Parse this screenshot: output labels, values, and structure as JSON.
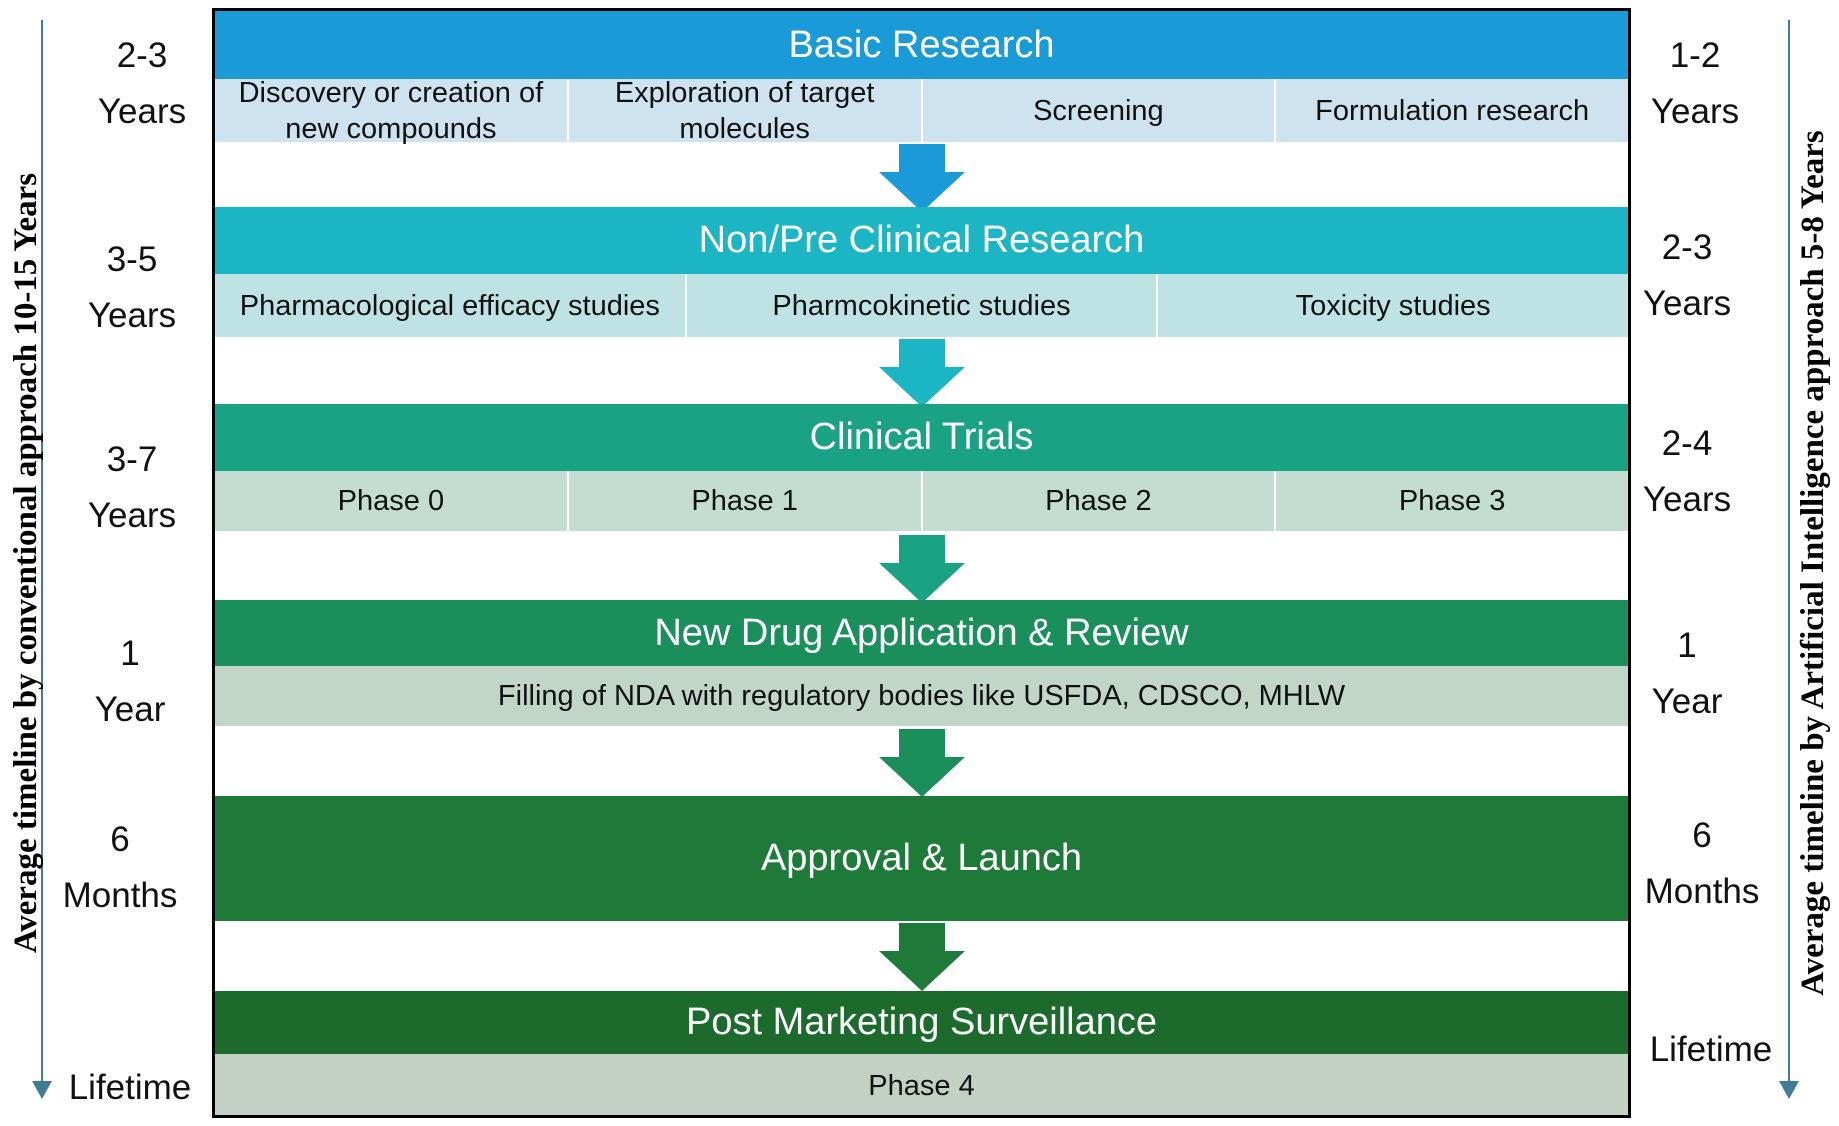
{
  "left_axis": {
    "title": "Average timeline by conventional approach 10-15 Years",
    "durations": [
      {
        "num": "2-3",
        "unit": "Years"
      },
      {
        "num": "3-5",
        "unit": "Years"
      },
      {
        "num": "3-7",
        "unit": "Years"
      },
      {
        "num": "1",
        "unit": "Year"
      },
      {
        "num": "6",
        "unit": "Months"
      },
      {
        "num": "",
        "unit": "Lifetime"
      }
    ]
  },
  "right_axis": {
    "title": "Average timeline by Artificial Intelligence approach 5-8 Years",
    "durations": [
      {
        "num": "1-2",
        "unit": "Years"
      },
      {
        "num": "2-3",
        "unit": "Years"
      },
      {
        "num": "2-4",
        "unit": "Years"
      },
      {
        "num": "1",
        "unit": "Year"
      },
      {
        "num": "6",
        "unit": "Months"
      },
      {
        "num": "",
        "unit": "Lifetime"
      }
    ]
  },
  "stages": [
    {
      "title": "Basic Research",
      "color": "#1a9ad6",
      "sub_color": "#cfe2f0",
      "items": [
        "Discovery or creation of new compounds",
        "Exploration of target molecules",
        "Screening",
        "Formulation research"
      ]
    },
    {
      "title": "Non/Pre Clinical Research",
      "color": "#1bb5c4",
      "sub_color": "#bfe3e4",
      "items": [
        "Pharmacological efficacy studies",
        "Pharmcokinetic studies",
        "Toxicity studies"
      ]
    },
    {
      "title": "Clinical Trials",
      "color": "#19a283",
      "sub_color": "#c3ddd3",
      "items": [
        "Phase 0",
        "Phase 1",
        "Phase 2",
        "Phase 3"
      ]
    },
    {
      "title": "New Drug Application & Review",
      "color": "#1a8f5c",
      "sub_color": "#c2d5c9",
      "items": [
        "Filling of NDA with regulatory bodies like USFDA, CDSCO, MHLW"
      ]
    },
    {
      "title": "Approval & Launch",
      "color": "#1d7a38",
      "sub_color": "",
      "items": []
    },
    {
      "title": "Post Marketing Surveillance",
      "color": "#1c6b2d",
      "sub_color": "#c3d1c5",
      "items": [
        "Phase 4"
      ]
    }
  ]
}
